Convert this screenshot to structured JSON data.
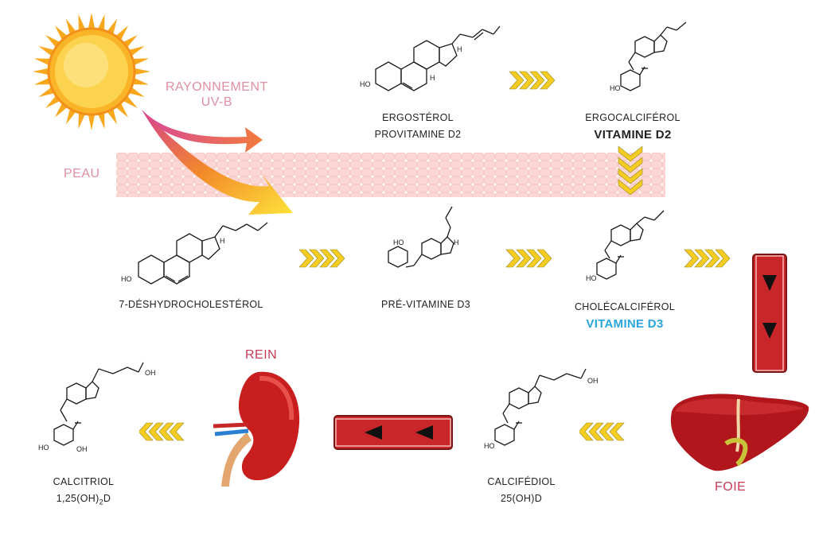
{
  "labels": {
    "uvb_line1": "RAYONNEMENT",
    "uvb_line2": "UV-B",
    "skin": "PEAU",
    "kidney": "REIN",
    "liver": "FOIE"
  },
  "compounds": {
    "ergosterol": {
      "name": "ERGOSTÉROL",
      "sub": "PROVITAMINE D2"
    },
    "ergocalciferol": {
      "name": "ERGOCALCIFÉROL",
      "sub": "VITAMINE D2"
    },
    "dehydrocholesterol": {
      "name": "7-DÉSHYDROCHOLESTÉROL"
    },
    "previtamin_d3": {
      "name": "PRÉ-VITAMINE D3"
    },
    "cholecalciferol": {
      "name": "CHOLÉCALCIFÉROL",
      "sub": "VITAMINE D3"
    },
    "calcifediol": {
      "name": "CALCIFÉDIOL",
      "sub": "25(OH)D"
    },
    "calcitriol": {
      "name": "CALCITRIOL",
      "sub_prefix": "1,25(OH)",
      "sub_index": "2",
      "sub_suffix": "D"
    }
  },
  "atoms": {
    "oh": "HO",
    "h": "H",
    "oh_right": "OH"
  },
  "colors": {
    "sun": "#f7b21c",
    "uv_arrow": "#e0508a",
    "skin": "#f8c9c9",
    "vitamin_d3": "#2aa6dd",
    "vessel": "#c9262a",
    "kidney": "#c81e1e",
    "liver": "#b0161b",
    "chevron": "#f4cc22"
  }
}
